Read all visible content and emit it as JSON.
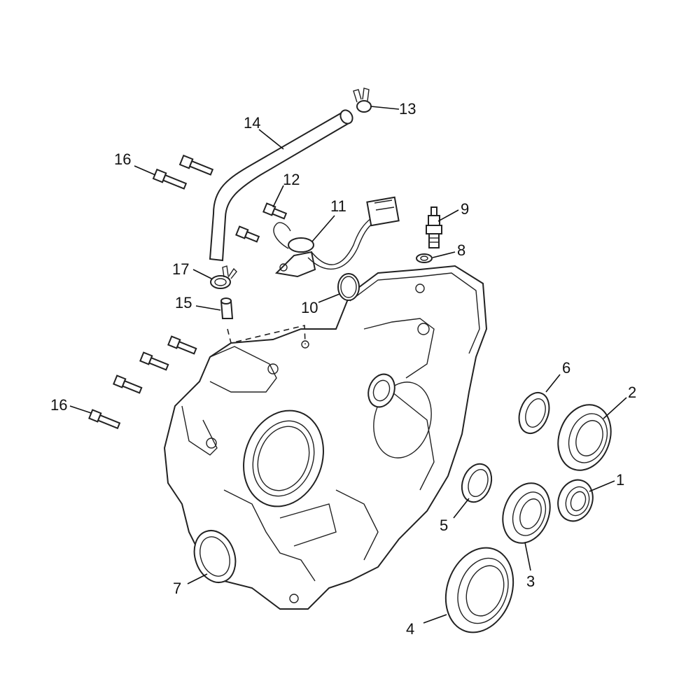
{
  "callouts": [
    {
      "id": "1",
      "label": "1"
    },
    {
      "id": "2",
      "label": "2"
    },
    {
      "id": "3",
      "label": "3"
    },
    {
      "id": "4",
      "label": "4"
    },
    {
      "id": "5",
      "label": "5"
    },
    {
      "id": "6",
      "label": "6"
    },
    {
      "id": "7",
      "label": "7"
    },
    {
      "id": "8",
      "label": "8"
    },
    {
      "id": "9",
      "label": "9"
    },
    {
      "id": "10",
      "label": "10"
    },
    {
      "id": "11",
      "label": "11"
    },
    {
      "id": "12",
      "label": "12"
    },
    {
      "id": "13",
      "label": "13"
    },
    {
      "id": "14",
      "label": "14"
    },
    {
      "id": "15",
      "label": "15"
    },
    {
      "id": "16a",
      "label": "16"
    },
    {
      "id": "16b",
      "label": "16"
    },
    {
      "id": "17",
      "label": "17"
    }
  ]
}
